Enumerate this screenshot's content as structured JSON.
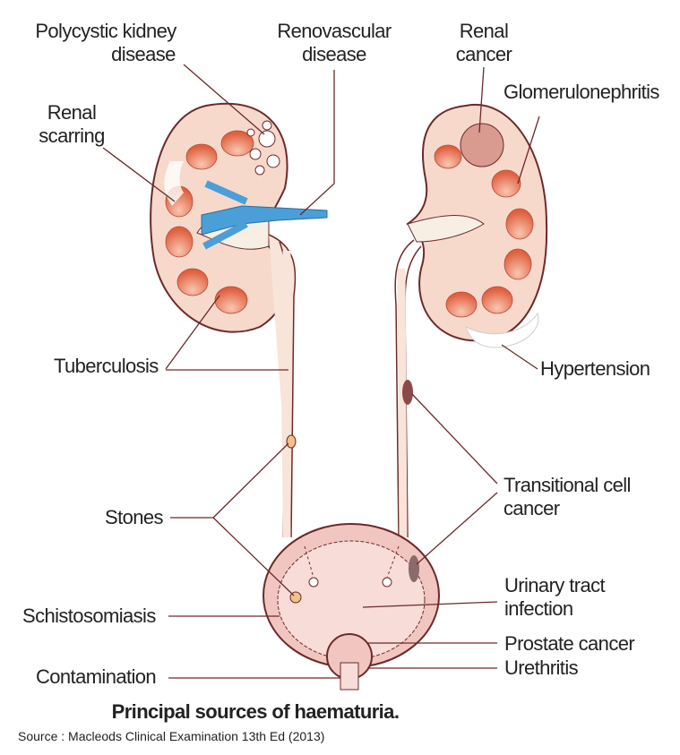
{
  "labels": {
    "polycystic_1": "Polycystic kidney",
    "polycystic_2": "disease",
    "renovascular_1": "Renovascular",
    "renovascular_2": "disease",
    "renal_cancer_1": "Renal",
    "renal_cancer_2": "cancer",
    "glomerulonephritis": "Glomerulonephritis",
    "renal_scarring_1": "Renal",
    "renal_scarring_2": "scarring",
    "tuberculosis": "Tuberculosis",
    "hypertension": "Hypertension",
    "tcc_1": "Transitional cell",
    "tcc_2": "cancer",
    "stones": "Stones",
    "uti_1": "Urinary tract",
    "uti_2": "infection",
    "schistosomiasis": "Schistosomiasis",
    "prostate_cancer": "Prostate cancer",
    "contamination": "Contamination",
    "urethritis": "Urethritis"
  },
  "caption": "Principal sources of haematuria.",
  "source": "Source : Macleods Clinical Examination 13th Ed (2013)",
  "colors": {
    "cortex": "#f7d9cc",
    "medulla": "#e9765a",
    "outline": "#6b2a2a",
    "vein": "#4a9fd8",
    "bladder": "#f2c6c0"
  }
}
